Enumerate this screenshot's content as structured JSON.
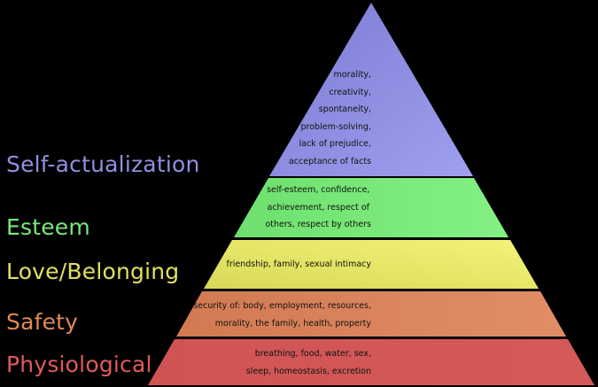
{
  "diagram": {
    "type": "pyramid",
    "levels": [
      {
        "name": "Self-actualization",
        "color": "#8080d8",
        "label_color": "#9090e0",
        "needs": [
          "morality,",
          "creativity,",
          "spontaneity,",
          "problem-solving,",
          "lack of prejudice,",
          "acceptance of facts"
        ]
      },
      {
        "name": "Esteem",
        "color": "#78e878",
        "label_color": "#78e878",
        "needs": [
          "self-esteem, confidence,",
          "achievement, respect of",
          "others, respect by others"
        ]
      },
      {
        "name": "Love/Belonging",
        "color": "#e6e66a",
        "label_color": "#e0e060",
        "needs": [
          "friendship, family, sexual intimacy"
        ]
      },
      {
        "name": "Safety",
        "color": "#d8825a",
        "label_color": "#e08858",
        "needs": [
          "security of: body, employment, resources,",
          "morality, the family, health, property"
        ]
      },
      {
        "name": "Physiological",
        "color": "#d45858",
        "label_color": "#e05a5a",
        "needs": [
          "breathing, food, water, sex,",
          "sleep, homeostasis, excretion"
        ]
      }
    ]
  }
}
